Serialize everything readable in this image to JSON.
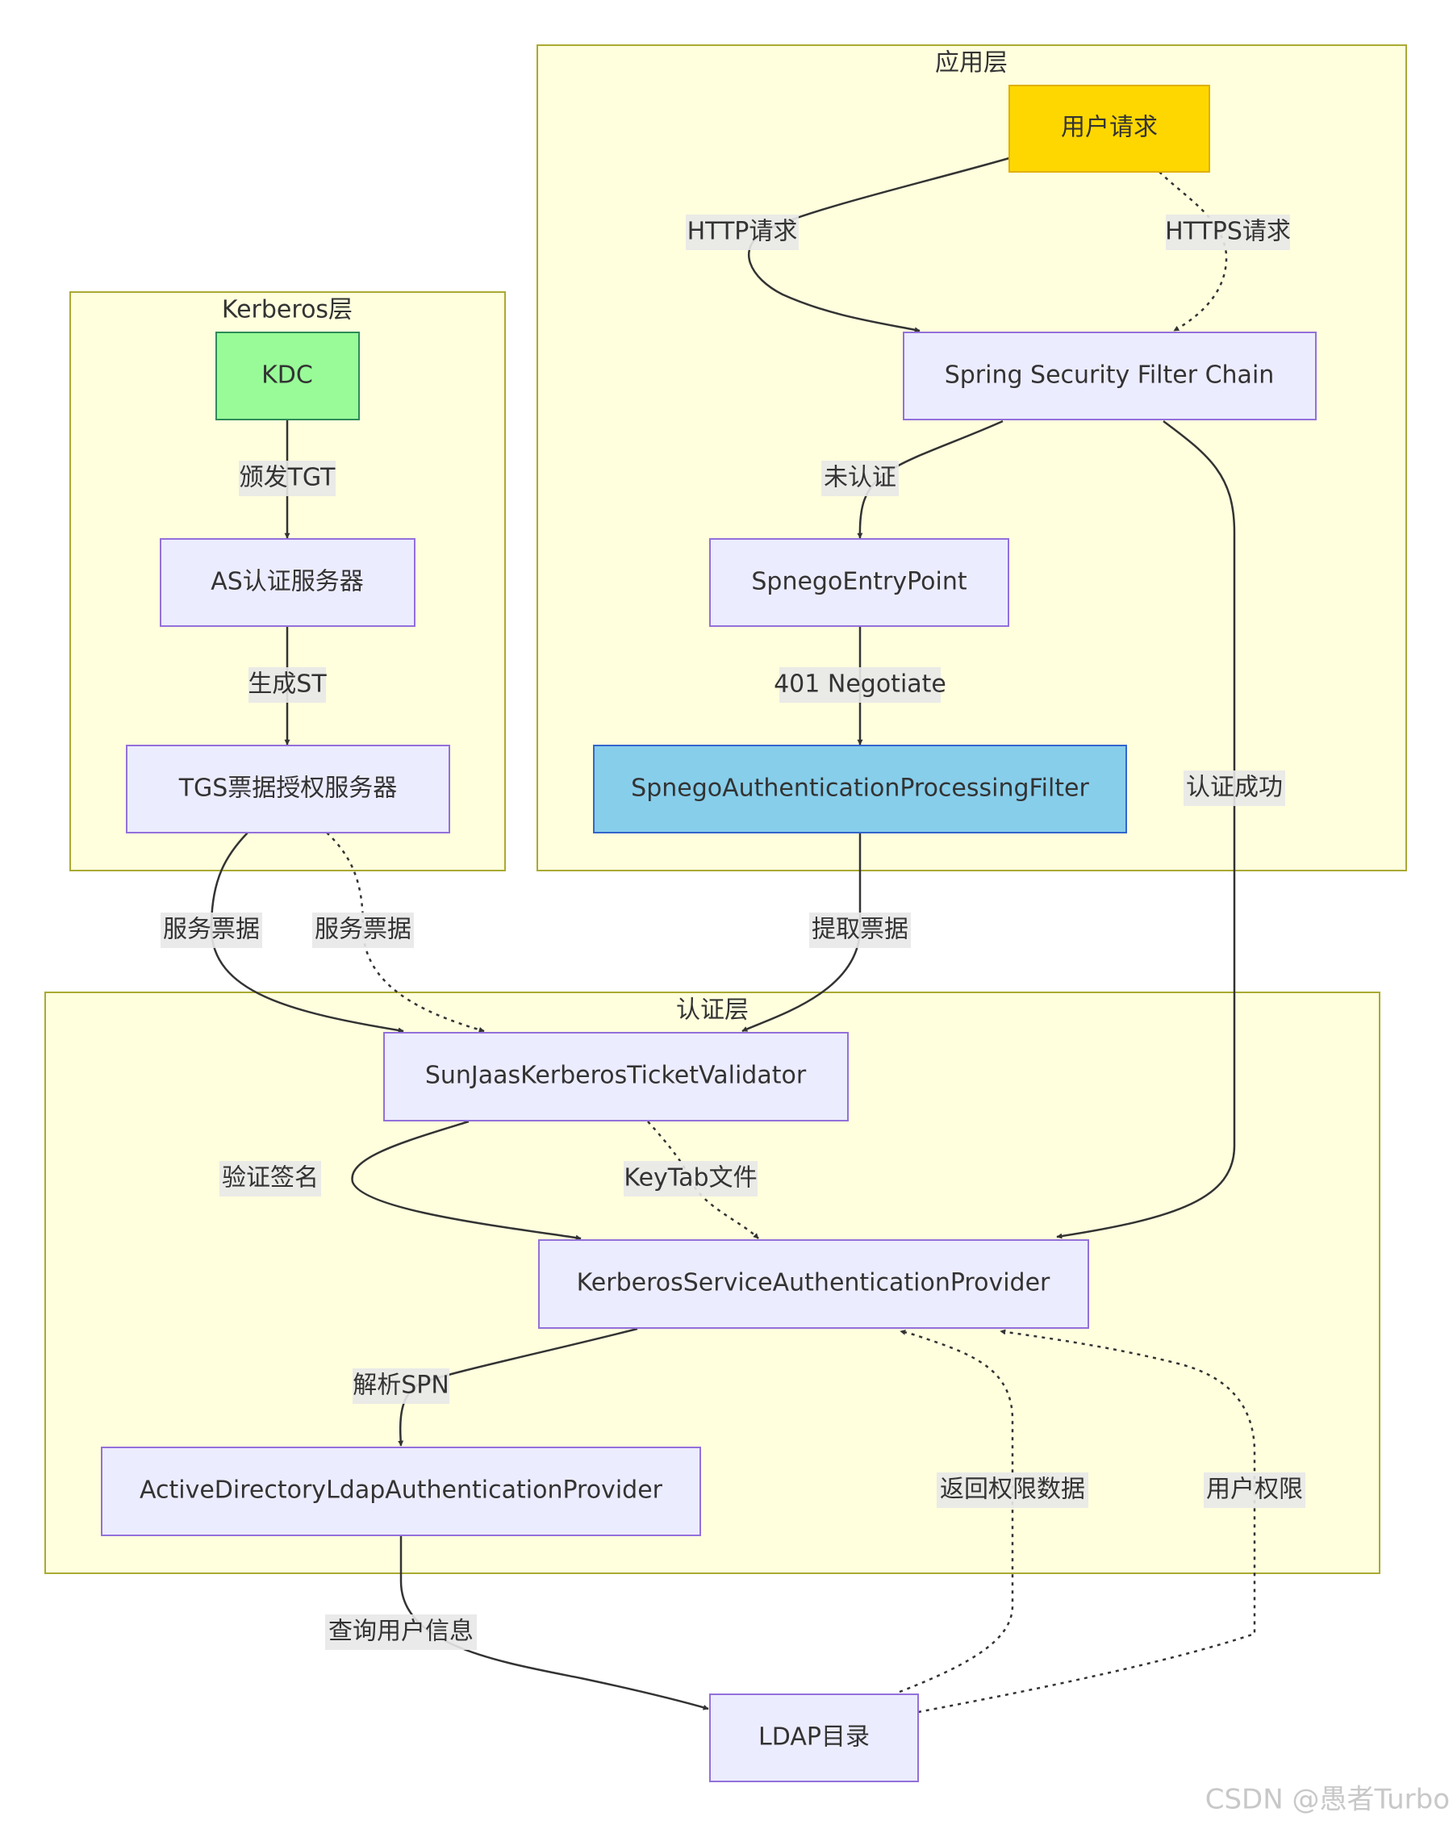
{
  "clusters": {
    "app": {
      "title": "应用层"
    },
    "kerberos": {
      "title": "Kerberos层"
    },
    "auth": {
      "title": "认证层"
    }
  },
  "nodes": {
    "user_request": {
      "label": "用户请求",
      "fill": "#ffd700"
    },
    "filter_chain": {
      "label": "Spring Security Filter Chain",
      "fill": "#ececff"
    },
    "entry_point": {
      "label": "SpnegoEntryPoint",
      "fill": "#ececff"
    },
    "spnego_filter": {
      "label": "SpnegoAuthenticationProcessingFilter",
      "fill": "#87ceeb"
    },
    "kdc": {
      "label": "KDC",
      "fill": "#98fb98"
    },
    "as_server": {
      "label": "AS认证服务器",
      "fill": "#ececff"
    },
    "tgs_server": {
      "label": "TGS票据授权服务器",
      "fill": "#ececff"
    },
    "ticket_validator": {
      "label": "SunJaasKerberosTicketValidator",
      "fill": "#ececff"
    },
    "kerberos_provider": {
      "label": "KerberosServiceAuthenticationProvider",
      "fill": "#ececff"
    },
    "ad_provider": {
      "label": "ActiveDirectoryLdapAuthenticationProvider",
      "fill": "#ececff"
    },
    "ldap": {
      "label": "LDAP目录",
      "fill": "#ececff"
    }
  },
  "edges": {
    "http": {
      "label": "HTTP请求",
      "style": "solid"
    },
    "https": {
      "label": "HTTPS请求",
      "style": "dotted"
    },
    "unauth": {
      "label": "未认证",
      "style": "solid"
    },
    "negotiate": {
      "label": "401 Negotiate",
      "style": "solid"
    },
    "extract": {
      "label": "提取票据",
      "style": "solid"
    },
    "auth_success": {
      "label": "认证成功",
      "style": "solid"
    },
    "issue_tgt": {
      "label": "颁发TGT",
      "style": "solid"
    },
    "gen_st": {
      "label": "生成ST",
      "style": "solid"
    },
    "service_ticket_1": {
      "label": "服务票据",
      "style": "solid"
    },
    "service_ticket_2": {
      "label": "服务票据",
      "style": "dotted"
    },
    "verify_sig": {
      "label": "验证签名",
      "style": "solid"
    },
    "keytab": {
      "label": "KeyTab文件",
      "style": "dotted"
    },
    "parse_spn": {
      "label": "解析SPN",
      "style": "solid"
    },
    "query_user": {
      "label": "查询用户信息",
      "style": "solid"
    },
    "return_perm": {
      "label": "返回权限数据",
      "style": "dotted"
    },
    "user_perm": {
      "label": "用户权限",
      "style": "dotted"
    }
  },
  "watermark": "CSDN @愚者Turbo",
  "colors": {
    "cluster_fill": "#ffffde",
    "cluster_stroke": "#aaaa33",
    "node_stroke": "#9370db",
    "edge": "#333333",
    "label_bg": "#e8e8e8"
  }
}
